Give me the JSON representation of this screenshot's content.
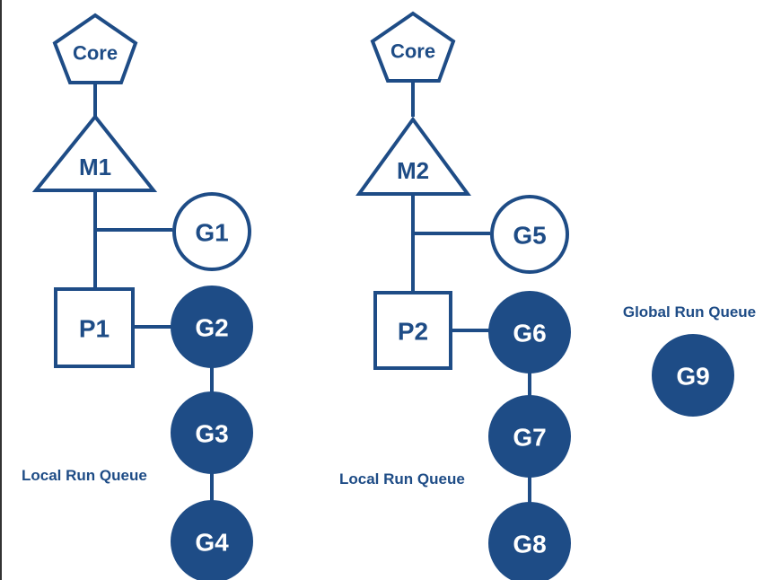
{
  "colors": {
    "primary": "#1e4c86",
    "background": "#ffffff"
  },
  "diagram": {
    "left": {
      "core": "Core",
      "machine": "M1",
      "processor": "P1",
      "running": "G1",
      "queue": [
        "G2",
        "G3",
        "G4"
      ],
      "queue_label": "Local Run Queue"
    },
    "right": {
      "core": "Core",
      "machine": "M2",
      "processor": "P2",
      "running": "G5",
      "queue": [
        "G6",
        "G7",
        "G8"
      ],
      "queue_label": "Local Run Queue"
    },
    "global": {
      "label": "Global Run Queue",
      "items": [
        "G9"
      ]
    }
  }
}
